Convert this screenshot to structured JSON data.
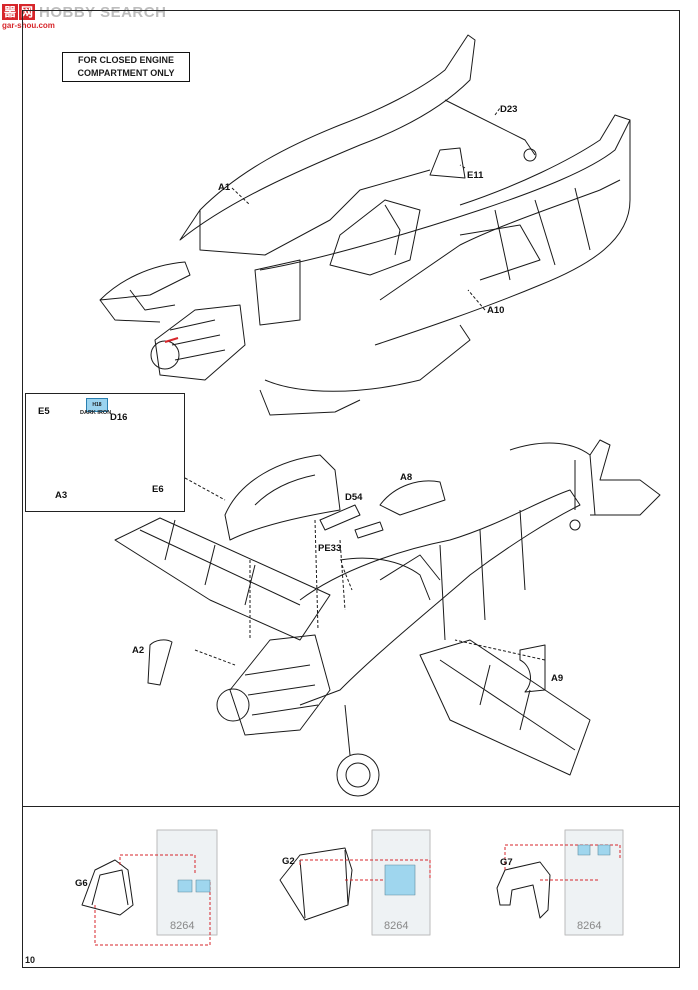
{
  "watermark": {
    "logo_chars": [
      "噐",
      "网"
    ],
    "brand_text": "HOBBY SEARCH",
    "url_text": "gar-shou.com"
  },
  "note_box": {
    "line1": "FOR CLOSED ENGINE",
    "line2": "COMPARTMENT ONLY"
  },
  "parts": {
    "D23": "D23",
    "E11": "E11",
    "A1": "A1",
    "A10": "A10",
    "E5": "E5",
    "D16": "D16",
    "A3": "A3",
    "E6": "E6",
    "A8": "A8",
    "D54": "D54",
    "PE33": "PE33",
    "A2": "A2",
    "A9": "A9",
    "G6": "G6",
    "G2": "G2",
    "G7": "G7"
  },
  "paint_callout": {
    "code": "H18",
    "name": "DARK IRON"
  },
  "mask_numbers": [
    "8264",
    "8264",
    "8264"
  ],
  "page_number": "10",
  "colors": {
    "mask_blue": "#9fd6ee",
    "highlight_red": "#d7262b",
    "line": "#1a1a1a"
  }
}
